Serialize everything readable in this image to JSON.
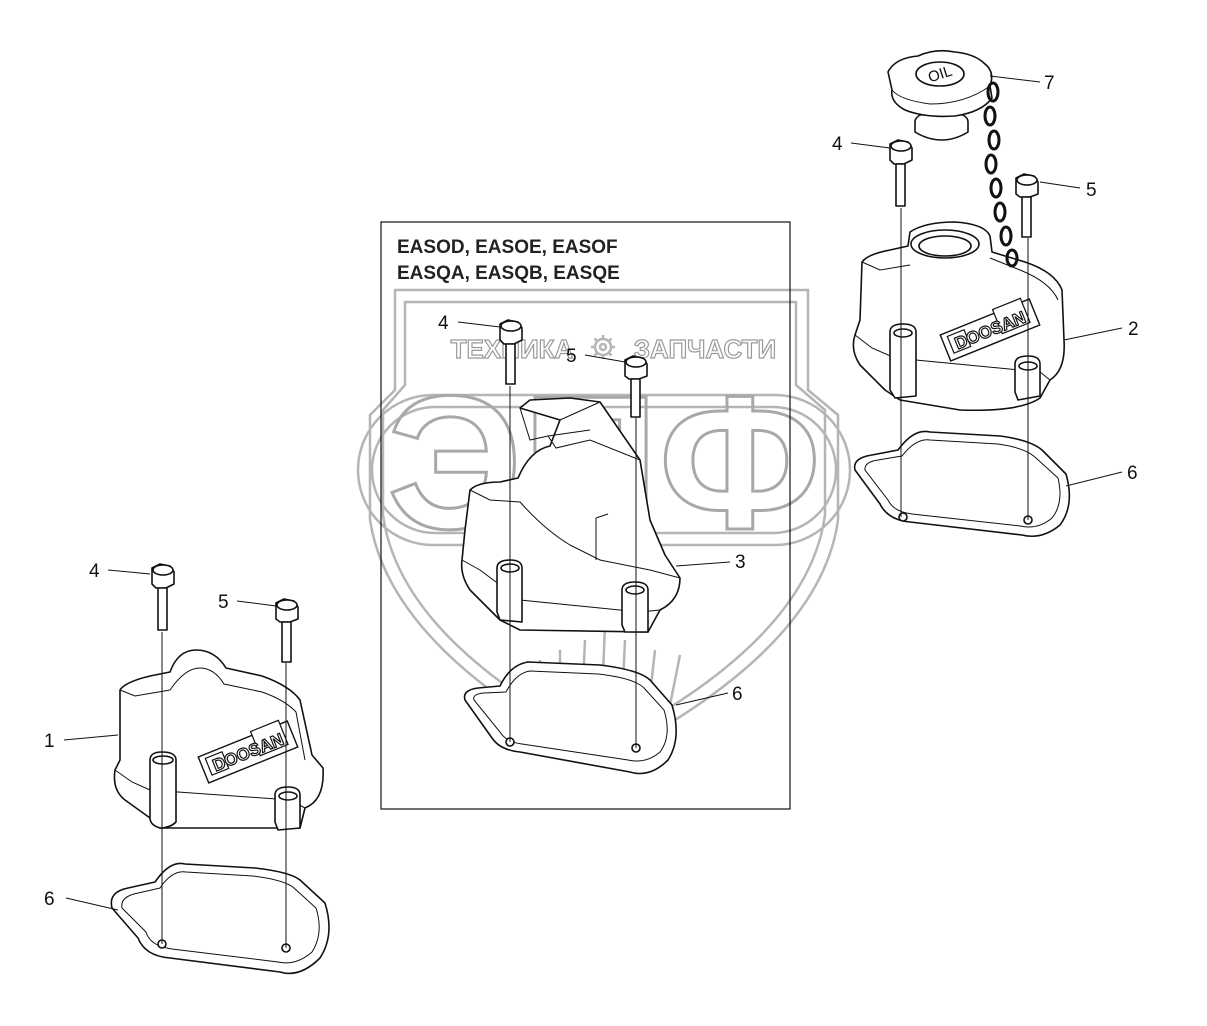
{
  "variant_box": {
    "title_line1": "EASOD, EASOE, EASOF",
    "title_line2": "EASQA, EASQB, EASQE"
  },
  "watermark": {
    "text_left": "ТЕХНИКА",
    "text_right": "ЗАПЧАСТИ",
    "letters": "ЭПФ"
  },
  "parts": {
    "cap_label": "OIL",
    "logo_text": "DOOSAN"
  },
  "callouts": {
    "left_cover": "1",
    "left_bolt_long": "4",
    "left_bolt_short": "5",
    "left_gasket": "6",
    "box_bolt_long": "4",
    "box_bolt_short": "5",
    "box_cover": "3",
    "box_gasket": "6",
    "right_bolt_long": "4",
    "right_bolt_short": "5",
    "right_cover": "2",
    "right_gasket": "6",
    "right_cap": "7"
  }
}
